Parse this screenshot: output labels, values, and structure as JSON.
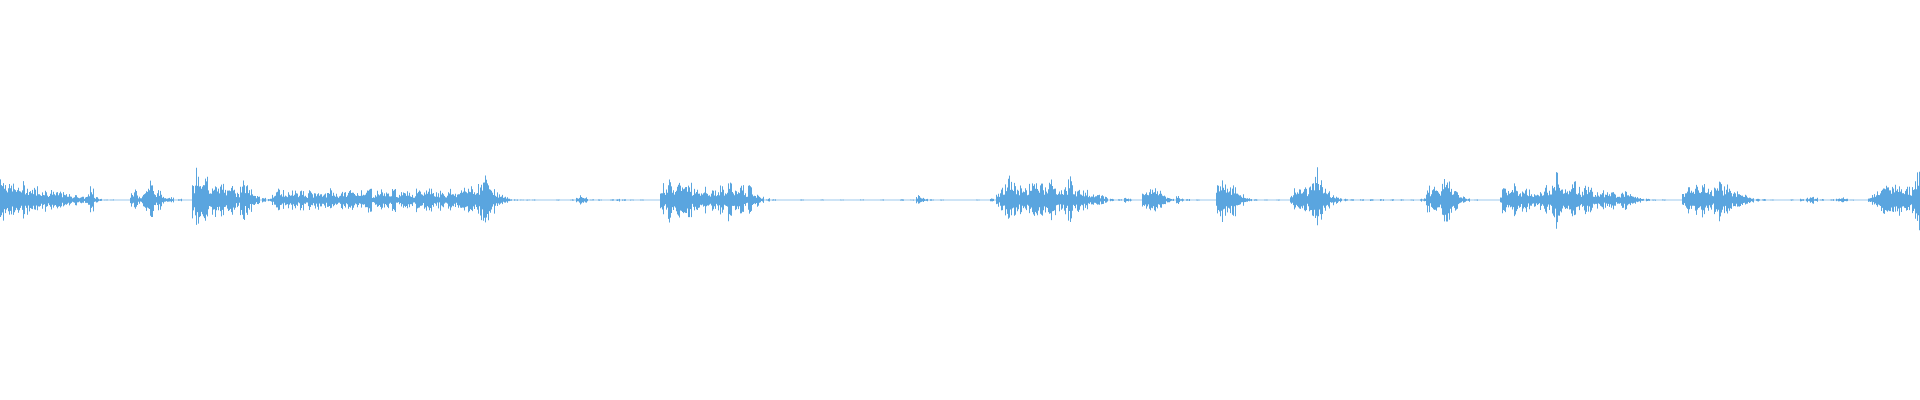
{
  "waveform": {
    "color": "#5aa5df",
    "background": "#ffffff",
    "peaks": [
      [
        0,
        1.0
      ],
      [
        3,
        0.7
      ],
      [
        6,
        0.55
      ],
      [
        10,
        0.6
      ],
      [
        14,
        0.5
      ],
      [
        18,
        0.45
      ],
      [
        22,
        0.55
      ],
      [
        26,
        0.5
      ],
      [
        30,
        0.4
      ],
      [
        34,
        0.45
      ],
      [
        38,
        0.35
      ],
      [
        42,
        0.4
      ],
      [
        46,
        0.3
      ],
      [
        50,
        0.35
      ],
      [
        54,
        0.25
      ],
      [
        58,
        0.3
      ],
      [
        62,
        0.25
      ],
      [
        66,
        0.2
      ],
      [
        70,
        0.15
      ],
      [
        74,
        0.2
      ],
      [
        78,
        0.15
      ],
      [
        82,
        0.1
      ],
      [
        86,
        0.2
      ],
      [
        90,
        0.45
      ],
      [
        94,
        0.1
      ],
      [
        98,
        0.05
      ],
      [
        104,
        0.02
      ],
      [
        110,
        0.02
      ],
      [
        130,
        0.2
      ],
      [
        134,
        0.35
      ],
      [
        138,
        0.15
      ],
      [
        142,
        0.3
      ],
      [
        146,
        0.5
      ],
      [
        150,
        0.7
      ],
      [
        154,
        0.25
      ],
      [
        158,
        0.3
      ],
      [
        162,
        0.15
      ],
      [
        166,
        0.1
      ],
      [
        170,
        0.1
      ],
      [
        178,
        0.05
      ],
      [
        192,
        0.55
      ],
      [
        196,
        0.95
      ],
      [
        200,
        0.6
      ],
      [
        204,
        0.75
      ],
      [
        208,
        0.5
      ],
      [
        212,
        0.8
      ],
      [
        216,
        0.4
      ],
      [
        220,
        0.55
      ],
      [
        224,
        0.35
      ],
      [
        228,
        0.4
      ],
      [
        232,
        0.7
      ],
      [
        236,
        0.25
      ],
      [
        240,
        0.8
      ],
      [
        244,
        0.6
      ],
      [
        248,
        0.35
      ],
      [
        252,
        0.2
      ],
      [
        256,
        0.15
      ],
      [
        262,
        0.1
      ],
      [
        268,
        0.05
      ],
      [
        272,
        0.2
      ],
      [
        276,
        0.45
      ],
      [
        280,
        0.35
      ],
      [
        284,
        0.15
      ],
      [
        288,
        0.3
      ],
      [
        292,
        0.4
      ],
      [
        296,
        0.25
      ],
      [
        300,
        0.35
      ],
      [
        304,
        0.2
      ],
      [
        308,
        0.3
      ],
      [
        312,
        0.25
      ],
      [
        316,
        0.35
      ],
      [
        320,
        0.2
      ],
      [
        324,
        0.25
      ],
      [
        328,
        0.35
      ],
      [
        332,
        0.3
      ],
      [
        336,
        0.2
      ],
      [
        340,
        0.3
      ],
      [
        344,
        0.25
      ],
      [
        348,
        0.35
      ],
      [
        352,
        0.3
      ],
      [
        356,
        0.25
      ],
      [
        360,
        0.4
      ],
      [
        364,
        0.3
      ],
      [
        368,
        0.45
      ],
      [
        372,
        0.2
      ],
      [
        376,
        0.3
      ],
      [
        380,
        0.35
      ],
      [
        384,
        0.25
      ],
      [
        388,
        0.3
      ],
      [
        392,
        0.35
      ],
      [
        396,
        0.2
      ],
      [
        400,
        0.3
      ],
      [
        404,
        0.45
      ],
      [
        408,
        0.3
      ],
      [
        412,
        0.2
      ],
      [
        416,
        0.35
      ],
      [
        420,
        0.25
      ],
      [
        424,
        0.4
      ],
      [
        428,
        0.45
      ],
      [
        432,
        0.3
      ],
      [
        436,
        0.25
      ],
      [
        440,
        0.4
      ],
      [
        444,
        0.2
      ],
      [
        448,
        0.35
      ],
      [
        452,
        0.3
      ],
      [
        456,
        0.25
      ],
      [
        460,
        0.45
      ],
      [
        464,
        0.35
      ],
      [
        468,
        0.6
      ],
      [
        472,
        0.4
      ],
      [
        476,
        0.55
      ],
      [
        480,
        0.7
      ],
      [
        484,
        0.9
      ],
      [
        488,
        0.6
      ],
      [
        492,
        0.45
      ],
      [
        496,
        0.25
      ],
      [
        500,
        0.15
      ],
      [
        504,
        0.1
      ],
      [
        508,
        0.05
      ],
      [
        514,
        0.03
      ],
      [
        520,
        0.02
      ],
      [
        526,
        0.02
      ],
      [
        532,
        0.02
      ],
      [
        556,
        0.02
      ],
      [
        570,
        0.03
      ],
      [
        576,
        0.08
      ],
      [
        580,
        0.15
      ],
      [
        584,
        0.08
      ],
      [
        590,
        0.03
      ],
      [
        598,
        0.02
      ],
      [
        610,
        0.03
      ],
      [
        616,
        0.05
      ],
      [
        622,
        0.03
      ],
      [
        630,
        0.02
      ],
      [
        640,
        0.02
      ],
      [
        660,
        0.65
      ],
      [
        664,
        0.45
      ],
      [
        668,
        0.75
      ],
      [
        672,
        0.5
      ],
      [
        676,
        0.85
      ],
      [
        680,
        0.6
      ],
      [
        684,
        0.45
      ],
      [
        688,
        0.7
      ],
      [
        692,
        0.4
      ],
      [
        696,
        0.55
      ],
      [
        700,
        0.35
      ],
      [
        704,
        0.5
      ],
      [
        708,
        0.3
      ],
      [
        712,
        0.4
      ],
      [
        716,
        0.35
      ],
      [
        720,
        0.45
      ],
      [
        724,
        0.25
      ],
      [
        728,
        0.95
      ],
      [
        732,
        0.4
      ],
      [
        736,
        0.3
      ],
      [
        740,
        0.55
      ],
      [
        744,
        0.25
      ],
      [
        748,
        0.45
      ],
      [
        752,
        0.3
      ],
      [
        756,
        0.2
      ],
      [
        760,
        0.1
      ],
      [
        766,
        0.05
      ],
      [
        772,
        0.03
      ],
      [
        800,
        0.02
      ],
      [
        820,
        0.02
      ],
      [
        840,
        0.02
      ],
      [
        860,
        0.02
      ],
      [
        880,
        0.02
      ],
      [
        900,
        0.03
      ],
      [
        910,
        0.02
      ],
      [
        916,
        0.15
      ],
      [
        920,
        0.1
      ],
      [
        924,
        0.05
      ],
      [
        930,
        0.03
      ],
      [
        940,
        0.02
      ],
      [
        976,
        0.02
      ],
      [
        990,
        0.05
      ],
      [
        996,
        0.25
      ],
      [
        1000,
        0.45
      ],
      [
        1004,
        0.6
      ],
      [
        1008,
        0.7
      ],
      [
        1012,
        0.55
      ],
      [
        1016,
        0.45
      ],
      [
        1020,
        0.5
      ],
      [
        1024,
        0.4
      ],
      [
        1028,
        0.55
      ],
      [
        1032,
        0.6
      ],
      [
        1036,
        0.5
      ],
      [
        1040,
        0.65
      ],
      [
        1044,
        0.55
      ],
      [
        1048,
        0.7
      ],
      [
        1052,
        0.5
      ],
      [
        1056,
        0.4
      ],
      [
        1060,
        0.35
      ],
      [
        1064,
        0.45
      ],
      [
        1068,
        0.85
      ],
      [
        1072,
        0.5
      ],
      [
        1076,
        0.35
      ],
      [
        1080,
        0.4
      ],
      [
        1084,
        0.3
      ],
      [
        1088,
        0.2
      ],
      [
        1092,
        0.25
      ],
      [
        1096,
        0.3
      ],
      [
        1100,
        0.15
      ],
      [
        1104,
        0.1
      ],
      [
        1110,
        0.05
      ],
      [
        1118,
        0.03
      ],
      [
        1124,
        0.1
      ],
      [
        1128,
        0.05
      ],
      [
        1142,
        0.3
      ],
      [
        1146,
        0.4
      ],
      [
        1150,
        0.35
      ],
      [
        1154,
        0.45
      ],
      [
        1158,
        0.3
      ],
      [
        1162,
        0.2
      ],
      [
        1166,
        0.1
      ],
      [
        1170,
        0.05
      ],
      [
        1176,
        0.15
      ],
      [
        1180,
        0.05
      ],
      [
        1186,
        0.03
      ],
      [
        1196,
        0.02
      ],
      [
        1216,
        0.6
      ],
      [
        1220,
        0.9
      ],
      [
        1224,
        0.55
      ],
      [
        1228,
        0.4
      ],
      [
        1232,
        0.5
      ],
      [
        1236,
        0.3
      ],
      [
        1240,
        0.2
      ],
      [
        1244,
        0.1
      ],
      [
        1248,
        0.05
      ],
      [
        1254,
        0.03
      ],
      [
        1264,
        0.02
      ],
      [
        1276,
        0.02
      ],
      [
        1290,
        0.2
      ],
      [
        1294,
        0.4
      ],
      [
        1298,
        0.35
      ],
      [
        1302,
        0.55
      ],
      [
        1306,
        0.4
      ],
      [
        1310,
        0.7
      ],
      [
        1314,
        1.05
      ],
      [
        1318,
        0.6
      ],
      [
        1322,
        0.4
      ],
      [
        1326,
        0.3
      ],
      [
        1330,
        0.2
      ],
      [
        1334,
        0.15
      ],
      [
        1338,
        0.08
      ],
      [
        1344,
        0.05
      ],
      [
        1350,
        0.03
      ],
      [
        1360,
        0.03
      ],
      [
        1370,
        0.03
      ],
      [
        1380,
        0.03
      ],
      [
        1390,
        0.03
      ],
      [
        1400,
        0.03
      ],
      [
        1410,
        0.03
      ],
      [
        1420,
        0.05
      ],
      [
        1424,
        0.08
      ],
      [
        1428,
        0.05
      ],
      [
        1434,
        0.03
      ],
      [
        1426,
        0.45
      ],
      [
        1430,
        0.35
      ],
      [
        1434,
        0.55
      ],
      [
        1438,
        0.4
      ],
      [
        1442,
        0.6
      ],
      [
        1446,
        0.75
      ],
      [
        1450,
        0.45
      ],
      [
        1454,
        0.3
      ],
      [
        1458,
        0.2
      ],
      [
        1462,
        0.1
      ],
      [
        1466,
        0.05
      ],
      [
        1474,
        0.02
      ],
      [
        1500,
        0.1
      ],
      [
        1504,
        0.25
      ],
      [
        1508,
        0.35
      ],
      [
        1512,
        0.3
      ],
      [
        1516,
        0.15
      ],
      [
        1520,
        0.1
      ],
      [
        1524,
        0.05
      ],
      [
        1530,
        0.02
      ],
      [
        1502,
        0.45
      ],
      [
        1506,
        0.3
      ],
      [
        1510,
        0.2
      ],
      [
        1514,
        0.15
      ],
      [
        1518,
        0.1
      ],
      [
        1508,
        0.3
      ],
      [
        1512,
        0.55
      ],
      [
        1516,
        0.4
      ],
      [
        1520,
        0.35
      ],
      [
        1524,
        0.45
      ],
      [
        1528,
        0.3
      ],
      [
        1532,
        0.2
      ],
      [
        1536,
        0.25
      ],
      [
        1540,
        0.3
      ],
      [
        1544,
        0.45
      ],
      [
        1548,
        0.35
      ],
      [
        1552,
        0.55
      ],
      [
        1556,
        0.9
      ],
      [
        1560,
        0.45
      ],
      [
        1564,
        0.5
      ],
      [
        1568,
        0.4
      ],
      [
        1572,
        0.6
      ],
      [
        1576,
        0.45
      ],
      [
        1580,
        0.35
      ],
      [
        1584,
        0.55
      ],
      [
        1588,
        0.4
      ],
      [
        1592,
        0.3
      ],
      [
        1596,
        0.35
      ],
      [
        1600,
        0.45
      ],
      [
        1604,
        0.25
      ],
      [
        1608,
        0.3
      ],
      [
        1612,
        0.4
      ],
      [
        1616,
        0.2
      ],
      [
        1620,
        0.25
      ],
      [
        1624,
        0.3
      ],
      [
        1628,
        0.2
      ],
      [
        1632,
        0.15
      ],
      [
        1636,
        0.1
      ],
      [
        1640,
        0.08
      ],
      [
        1646,
        0.05
      ],
      [
        1652,
        0.03
      ],
      [
        1662,
        0.02
      ],
      [
        1682,
        0.25
      ],
      [
        1686,
        0.45
      ],
      [
        1690,
        0.35
      ],
      [
        1694,
        0.55
      ],
      [
        1698,
        0.4
      ],
      [
        1702,
        0.65
      ],
      [
        1706,
        0.45
      ],
      [
        1710,
        0.35
      ],
      [
        1714,
        0.5
      ],
      [
        1718,
        0.8
      ],
      [
        1722,
        0.45
      ],
      [
        1726,
        0.6
      ],
      [
        1730,
        0.35
      ],
      [
        1734,
        0.25
      ],
      [
        1738,
        0.3
      ],
      [
        1742,
        0.2
      ],
      [
        1746,
        0.15
      ],
      [
        1750,
        0.1
      ],
      [
        1756,
        0.05
      ],
      [
        1762,
        0.03
      ],
      [
        1770,
        0.02
      ],
      [
        1790,
        0.03
      ],
      [
        1800,
        0.05
      ],
      [
        1806,
        0.08
      ],
      [
        1810,
        0.15
      ],
      [
        1814,
        0.08
      ],
      [
        1820,
        0.03
      ],
      [
        1830,
        0.03
      ],
      [
        1836,
        0.05
      ],
      [
        1840,
        0.1
      ],
      [
        1844,
        0.05
      ],
      [
        1850,
        0.02
      ],
      [
        1868,
        0.1
      ],
      [
        1872,
        0.2
      ],
      [
        1876,
        0.35
      ],
      [
        1880,
        0.45
      ],
      [
        1884,
        0.55
      ],
      [
        1888,
        0.4
      ],
      [
        1892,
        0.5
      ],
      [
        1896,
        0.65
      ],
      [
        1900,
        0.45
      ],
      [
        1904,
        0.55
      ],
      [
        1908,
        0.4
      ],
      [
        1912,
        0.7
      ],
      [
        1916,
        0.95
      ],
      [
        1919,
        0.6
      ]
    ]
  }
}
